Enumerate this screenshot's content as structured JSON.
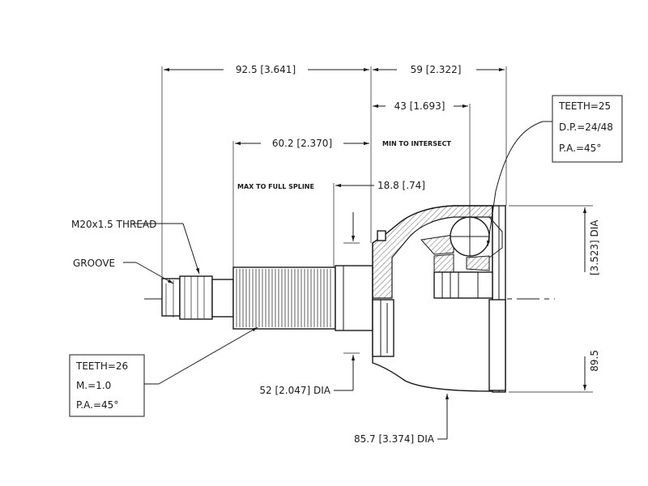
{
  "dimensions": {
    "overall_left": "92.5 [3.641]",
    "overall_right": "59 [2.322]",
    "intersect_length": "43 [1.693]",
    "spline_length": "60.2 [2.370]",
    "min_to_intersect": "MIN TO INTERSECT",
    "max_to_full_spline": "MAX TO FULL SPLINE",
    "spline_offset": "18.8 [.74]",
    "shaft_dia": "52 [2.047] DIA",
    "housing_dia": "85.7 [3.374] DIA",
    "outer_dia_mm": "89.5",
    "outer_dia_in": "[3.523] DIA"
  },
  "labels": {
    "thread": "M20x1.5 THREAD",
    "groove": "GROOVE"
  },
  "inner_spline_box": {
    "teeth": "TEETH=25",
    "dp": "D.P.=24/48",
    "pa": "P.A.=45°"
  },
  "outer_spline_box": {
    "teeth": "TEETH=26",
    "module": "M.=1.0",
    "pa": "P.A.=45°"
  }
}
